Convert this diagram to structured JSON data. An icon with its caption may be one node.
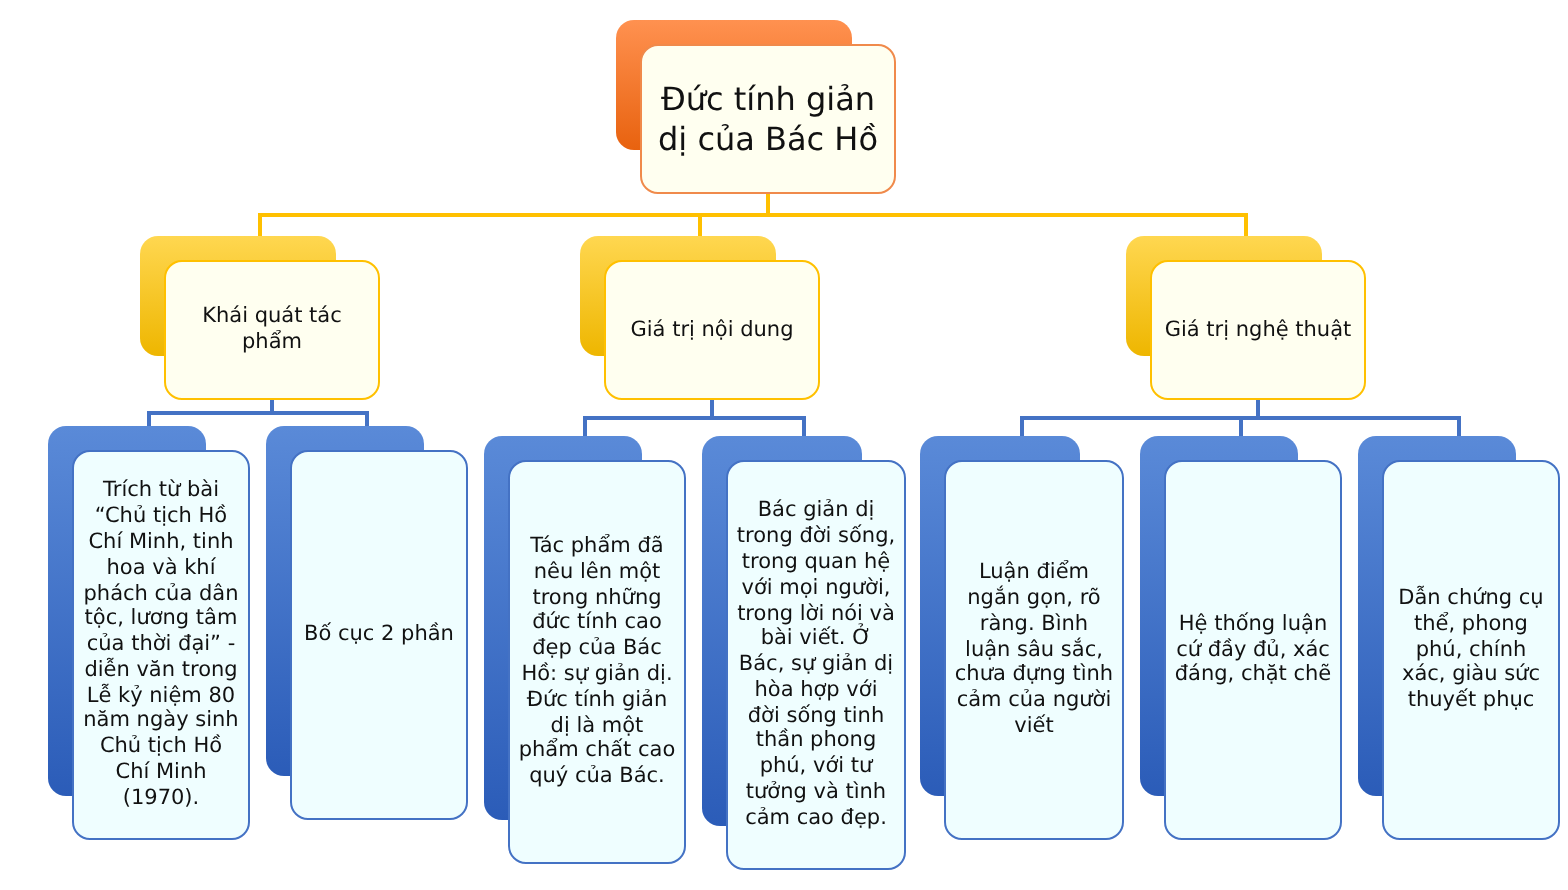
{
  "diagram": {
    "nodes": [
      {
        "text": [
          "Đức tính giản dị của Bác Hồ"
        ]
      },
      {
        "text": [
          "Khái quát tác phẩm"
        ]
      },
      {
        "text": [
          "Giá trị nội dung"
        ]
      },
      {
        "text": [
          "Giá trị nghệ thuật"
        ]
      },
      {
        "text": [
          "Trích từ bài “Chủ tịch Hồ Chí Minh, tinh hoa và khí phách của dân tộc, lương tâm của thời đại” - diễn văn trong Lễ kỷ niệm 80 năm ngày sinh Chủ tịch Hồ Chí Minh (1970)."
        ]
      },
      {
        "text": [
          "Bố cục 2 phần"
        ]
      },
      {
        "text": [
          "Tác phẩm đã nêu lên một trong những đức tính cao đẹp của Bác Hồ: sự giản dị. Đức tính giản dị là một phẩm chất cao quý của Bác."
        ]
      },
      {
        "text": [
          "Bác giản dị trong đời sống, trong quan hệ với mọi người, trong lời nói và bài viết. Ở Bác, sự giản dị hòa hợp với đời sống tinh thần phong phú, với tư tưởng và tình cảm cao đẹp."
        ]
      },
      {
        "text": [
          "Luận điểm ngắn gọn, rõ ràng. Bình luận sâu sắc, chưa đựng tình cảm của người viết"
        ]
      },
      {
        "text": [
          "Hệ thống luận cứ đầy đủ, xác đáng, chặt chẽ"
        ]
      },
      {
        "text": [
          "Dẫn chứng cụ thể, phong phú, chính xác, giàu sức thuyết phục"
        ]
      }
    ],
    "edges": [
      {
        "from": 0,
        "to": 1,
        "arrow": "none",
        "color": "#ffc000"
      },
      {
        "from": 0,
        "to": 2,
        "arrow": "none",
        "color": "#ffc000"
      },
      {
        "from": 0,
        "to": 3,
        "arrow": "none",
        "color": "#ffc000"
      },
      {
        "from": 1,
        "to": 4,
        "arrow": "none"
      },
      {
        "from": 1,
        "to": 5,
        "arrow": "none"
      },
      {
        "from": 2,
        "to": 6,
        "arrow": "none"
      },
      {
        "from": 2,
        "to": 7,
        "arrow": "none"
      },
      {
        "from": 3,
        "to": 8,
        "arrow": "none"
      },
      {
        "from": 3,
        "to": 9,
        "arrow": "none"
      },
      {
        "from": 3,
        "to": 10,
        "arrow": "none"
      }
    ]
  }
}
